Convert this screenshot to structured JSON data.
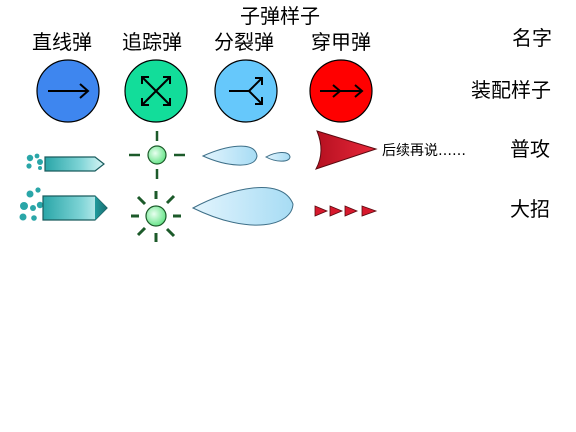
{
  "title": "子弹样子",
  "columns": [
    "直线弹",
    "追踪弹",
    "分裂弹",
    "穿甲弹"
  ],
  "row_labels": {
    "name": "名字",
    "equip": "装配样子",
    "normal": "普攻",
    "ultimate": "大招"
  },
  "note": "后续再说……",
  "colors": {
    "straight": "#3e86ef",
    "tracking": "#12dd9a",
    "split": "#66c8fb",
    "pierce": "#ff0000",
    "bullet_teal": "#2aa6a8",
    "tracking_core": "#55e07a",
    "tracking_ray": "#1c5a2a",
    "drop_light": "#e2f4fd",
    "drop_mid": "#a7dcf4",
    "pierce_arrow": "#d7192d"
  },
  "icons": {
    "straight": "right-arrow-icon",
    "tracking": "four-way-arrows-icon",
    "split": "split-arrow-icon",
    "pierce": "double-arrow-icon"
  }
}
